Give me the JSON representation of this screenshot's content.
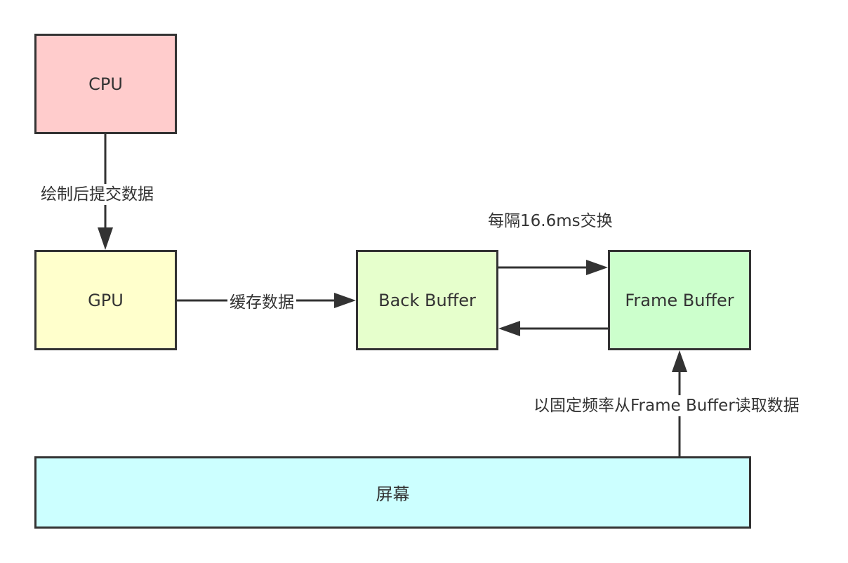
{
  "nodes": {
    "cpu": {
      "label": "CPU",
      "fill": "#ffcccc"
    },
    "gpu": {
      "label": "GPU",
      "fill": "#ffffcc"
    },
    "back": {
      "label": "Back Buffer",
      "fill": "#e6ffcc"
    },
    "frame": {
      "label": "Frame Buffer",
      "fill": "#ccffcc"
    },
    "screen": {
      "label": "屏幕",
      "fill": "#ccffff"
    }
  },
  "edges": {
    "cpu_to_gpu": "绘制后提交数据",
    "gpu_to_back": "缓存数据",
    "swap": "每隔16.6ms交换",
    "screen_to_frame": "以固定频率从Frame Buffer读取数据"
  },
  "colors": {
    "stroke": "#333333",
    "text": "#333333"
  }
}
